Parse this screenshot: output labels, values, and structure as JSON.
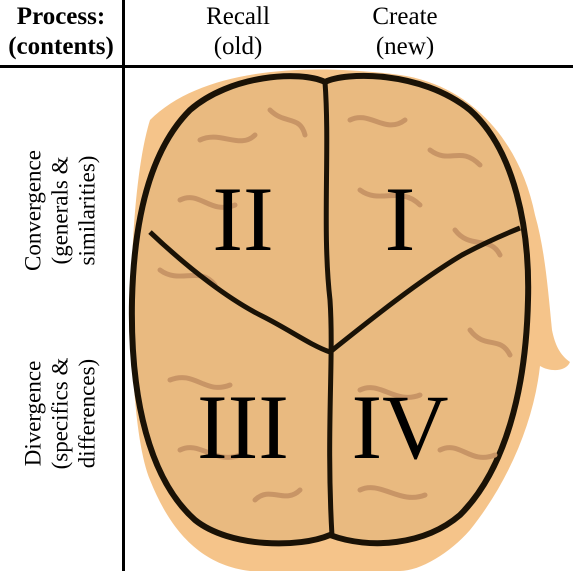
{
  "table": {
    "corner_line1": "Process:",
    "corner_line2": "(contents)",
    "columns": [
      {
        "line1": "Recall",
        "line2": "(old)"
      },
      {
        "line1": "Create",
        "line2": "(new)"
      }
    ],
    "rows": [
      {
        "line1": "Convergence",
        "line2": "(generals &",
        "line3": "similarities)"
      },
      {
        "line1": "Divergence",
        "line2": "(specifics &",
        "line3": "differences)"
      }
    ]
  },
  "quadrants": {
    "top_left": "II",
    "top_right": "I",
    "bottom_left": "III",
    "bottom_right": "IV"
  },
  "colors": {
    "skin": "#f5c48a",
    "brain": "#e9ba80",
    "fold": "#c89566",
    "outline": "#1a1206"
  }
}
